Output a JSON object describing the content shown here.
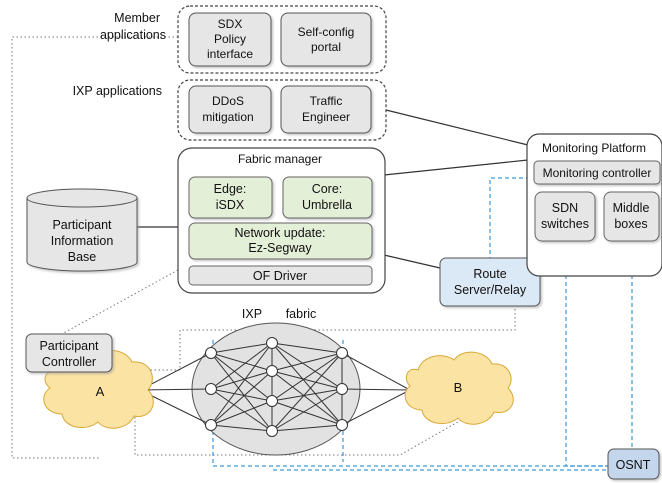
{
  "labels": {
    "member_apps_l1": "Member",
    "member_apps_l2": "applications",
    "ixp_apps": "IXP applications",
    "sdx_l1": "SDX",
    "sdx_l2": "Policy",
    "sdx_l3": "interface",
    "selfconfig_l1": "Self-config",
    "selfconfig_l2": "portal",
    "ddos_l1": "DDoS",
    "ddos_l2": "mitigation",
    "traffic_l1": "Traffic",
    "traffic_l2": "Engineer",
    "fabric_manager": "Fabric manager",
    "edge_l1": "Edge:",
    "edge_l2": "iSDX",
    "core_l1": "Core:",
    "core_l2": "Umbrella",
    "netupd_l1": "Network update:",
    "netupd_l2": "Ez-Segway",
    "of_driver": "OF Driver",
    "pib_l1": "Participant",
    "pib_l2": "Information",
    "pib_l3": "Base",
    "route_l1": "Route",
    "route_l2": "Server/Relay",
    "monitoring_platform": "Monitoring Platform",
    "monitoring_controller": "Monitoring controller",
    "sdn_l1": "SDN",
    "sdn_l2": "switches",
    "middle_l1": "Middle",
    "middle_l2": "boxes",
    "participant_ctrl_l1": "Participant",
    "participant_ctrl_l2": "Controller",
    "cloud_a": "A",
    "cloud_b": "B",
    "ixp": "IXP",
    "fabric": "fabric",
    "osnt": "OSNT"
  },
  "colors": {
    "green_fill": "#e4efd8",
    "blue_fill": "#dbe8f5",
    "gray_fill": "#e6e6e6",
    "cloud_fill": "#fbe3a4",
    "cloud_stroke": "#d9a93a",
    "fabric_fill": "#e2e2e2",
    "dashed_blue": "#3a9ad9",
    "osnt_fill": "#c3d6ec"
  }
}
